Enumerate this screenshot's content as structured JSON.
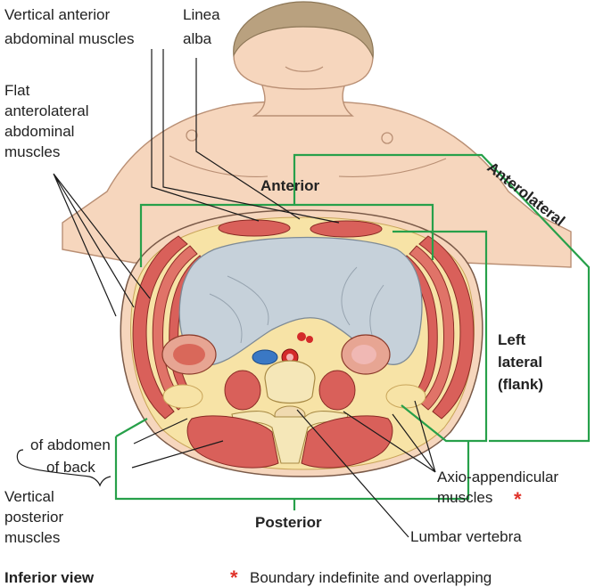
{
  "labels": {
    "vertical_anterior": [
      "Vertical anterior",
      "abdominal muscles"
    ],
    "linea_alba": [
      "Linea",
      "alba"
    ],
    "flat_anterolateral": [
      "Flat",
      "anterolateral",
      "abdominal",
      "muscles"
    ],
    "anterior": "Anterior",
    "anterolateral": "Anterolateral",
    "left_lateral": [
      "Left",
      "lateral",
      "(flank)"
    ],
    "of_abdomen": "of abdomen",
    "of_back": "of back",
    "vertical_posterior": [
      "Vertical",
      "posterior",
      "muscles"
    ],
    "axio_appendicular": [
      "Axio-appendicular",
      "muscles"
    ],
    "posterior": "Posterior",
    "lumbar_vertebra": "Lumbar vertebra",
    "inferior_view": "Inferior view",
    "boundary_note": "Boundary indefinite and overlapping",
    "asterisk": "*"
  },
  "colors": {
    "skin": "#f6d6bd",
    "skin_outline": "#b98f74",
    "fat": "#f7e3a6",
    "muscle": "#d9605a",
    "muscle_light": "#e98a80",
    "viscera": "#c6d1da",
    "bone": "#f5e7b8",
    "bracket_green": "#27a04a",
    "vessel_blue": "#3a78c4",
    "vessel_red": "#d42a2a",
    "star_red": "#e0322a"
  }
}
